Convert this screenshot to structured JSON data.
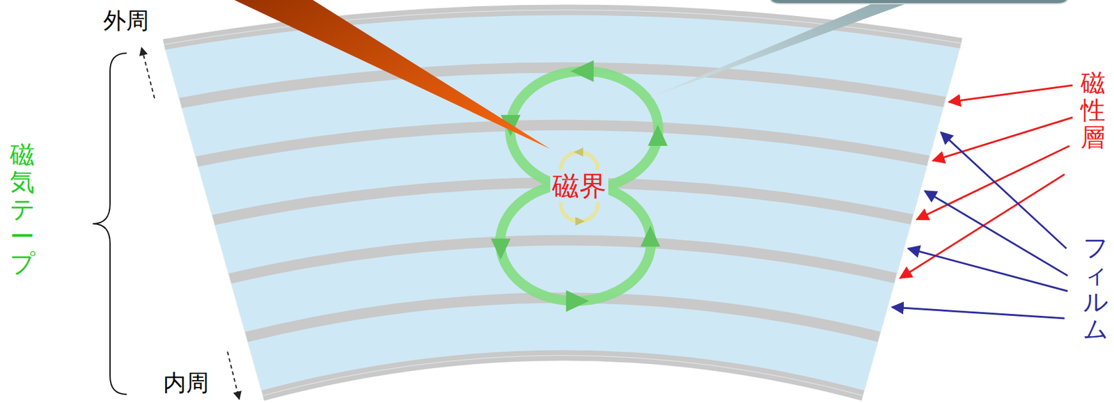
{
  "diagram": {
    "labels": [
      "外周",
      "内周",
      "磁気テープ",
      "磁性層",
      "フィルム",
      "磁界"
    ]
  }
}
